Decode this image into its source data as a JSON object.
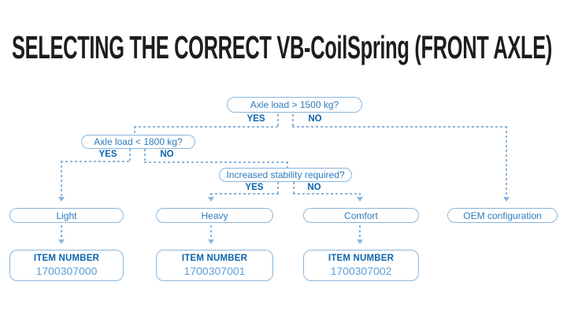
{
  "title": "SELECTING THE CORRECT VB-CoilSpring (FRONT AXLE)",
  "colors": {
    "line_blue": "#8ab6dd",
    "question_text_blue": "#2e7bbc",
    "label_bold_blue": "#0a64ad",
    "item_number_blue": "#5f9fd3",
    "title_black": "#1d1d1b"
  },
  "flowchart": {
    "decisions": [
      {
        "question": "Axle load > 1500 kg?",
        "yes": "YES",
        "no": "NO"
      },
      {
        "question": "Axle load < 1800 kg?",
        "yes": "YES",
        "no": "NO"
      },
      {
        "question": "Increased stability required?",
        "yes": "YES",
        "no": "NO"
      }
    ],
    "outcomes": [
      {
        "label": "Light"
      },
      {
        "label": "Heavy"
      },
      {
        "label": "Comfort"
      },
      {
        "label": "OEM configuration"
      }
    ],
    "items": [
      {
        "heading": "ITEM NUMBER",
        "number": "1700307000"
      },
      {
        "heading": "ITEM NUMBER",
        "number": "1700307001"
      },
      {
        "heading": "ITEM NUMBER",
        "number": "1700307002"
      }
    ]
  }
}
